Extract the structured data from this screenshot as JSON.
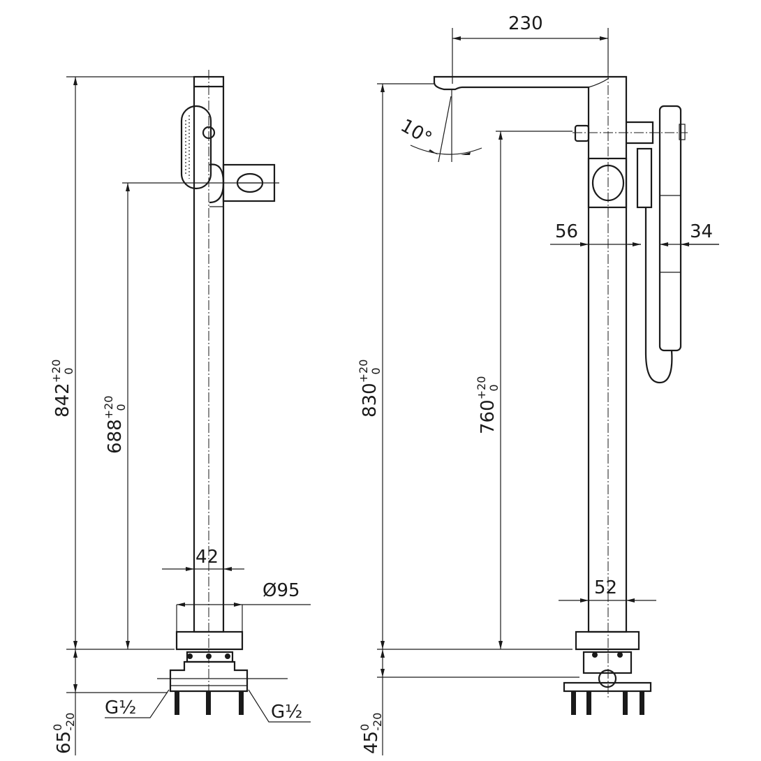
{
  "drawing": {
    "left_view": {
      "overall_height": {
        "value": "842",
        "tol_upper": "+20",
        "tol_lower": "0"
      },
      "outlet_height": {
        "value": "688",
        "tol_upper": "+20",
        "tol_lower": "0"
      },
      "pipe_width": "42",
      "base_diameter": "Ø95",
      "below_floor": {
        "value": "65",
        "tol_upper": "0",
        "tol_lower": "-20"
      },
      "thread_left": "G½",
      "thread_right": "G½"
    },
    "right_view": {
      "spout_reach": "230",
      "spout_angle": "10°",
      "overall_height": {
        "value": "830",
        "tol_upper": "+20",
        "tol_lower": "0"
      },
      "diverter_height": {
        "value": "760",
        "tol_upper": "+20",
        "tol_lower": "0"
      },
      "body_to_holder": "56",
      "handshower_width": "34",
      "pipe_width": "52",
      "below_floor": {
        "value": "45",
        "tol_upper": "0",
        "tol_lower": "-20"
      }
    }
  }
}
